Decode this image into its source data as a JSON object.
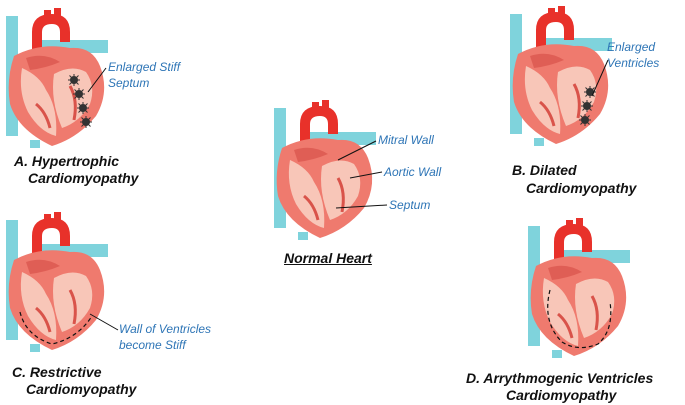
{
  "colors": {
    "heart_body": "#ef7a6e",
    "heart_inner": "#f8c6b8",
    "heart_dark": "#d9534a",
    "aorta": "#e8312a",
    "vessel_blue": "#7fd3dc",
    "label_blue": "#2e75b6",
    "title_black": "#111111"
  },
  "panels": {
    "a": {
      "title_line1": "A. Hypertrophic",
      "title_line2": "Cardiomyopathy",
      "label_line1": "Enlarged Stiff",
      "label_line2": "Septum"
    },
    "b": {
      "title_line1": "B. Dilated",
      "title_line2": "Cardiomyopathy",
      "label_line1": "Enlarged",
      "label_line2": "Ventricles"
    },
    "c": {
      "title_line1": "C. Restrictive",
      "title_line2": "Cardiomyopathy",
      "label_line1": "Wall of Ventricles",
      "label_line2": "become Stiff"
    },
    "d": {
      "title_line1": "D. Arrythmogenic Ventricles",
      "title_line2": "Cardiomyopathy"
    },
    "normal": {
      "title": "Normal Heart",
      "label_mitral": "Mitral Wall",
      "label_aortic": "Aortic Wall",
      "label_septum": "Septum"
    }
  }
}
